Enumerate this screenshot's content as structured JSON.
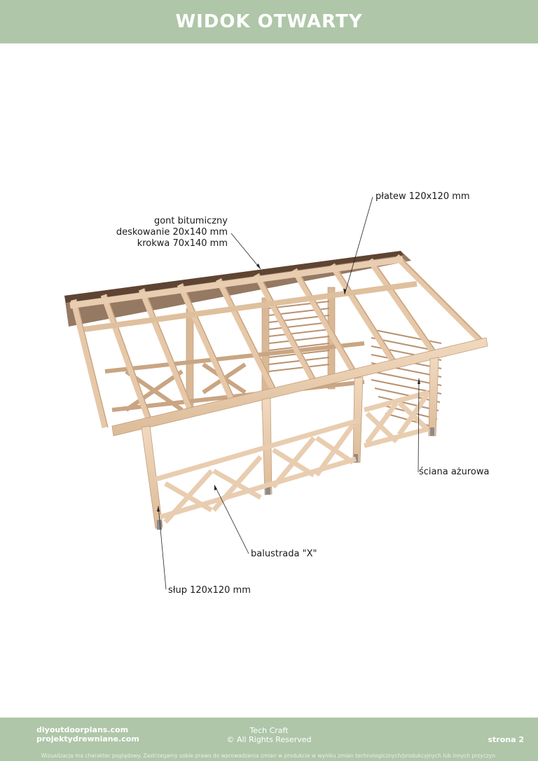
{
  "header": {
    "title": "WIDOK OTWARTY"
  },
  "labels": {
    "roof_line1": "gont bitumiczny",
    "roof_line2": "deskowanie 20x140 mm",
    "roof_line3": "krokwa 70x140 mm",
    "purlin": "płatew 120x120 mm",
    "openwork_wall": "ściana ażurowa",
    "balustrade": "balustrada \"X\"",
    "post": "słup 120x120 mm"
  },
  "footer": {
    "site1": "diyoutdoorplans.com",
    "site2": "projektydrewniane.com",
    "company": "Tech Craft",
    "rights": "© All Rights Reserved",
    "page": "strona 2",
    "disclaimer": "Wizualizacja ma charakter poglądowy. Zastrzegamy sobie prawo do wprowadzenia zmian w produkcie w wyniku zmian technologicznych/produkcyjnych lub innych przyczyn."
  },
  "colors": {
    "band": "#afc6a9",
    "wood": "#e9cdb0",
    "wood_dark": "#c9a583",
    "roof": "#7a5a44"
  }
}
